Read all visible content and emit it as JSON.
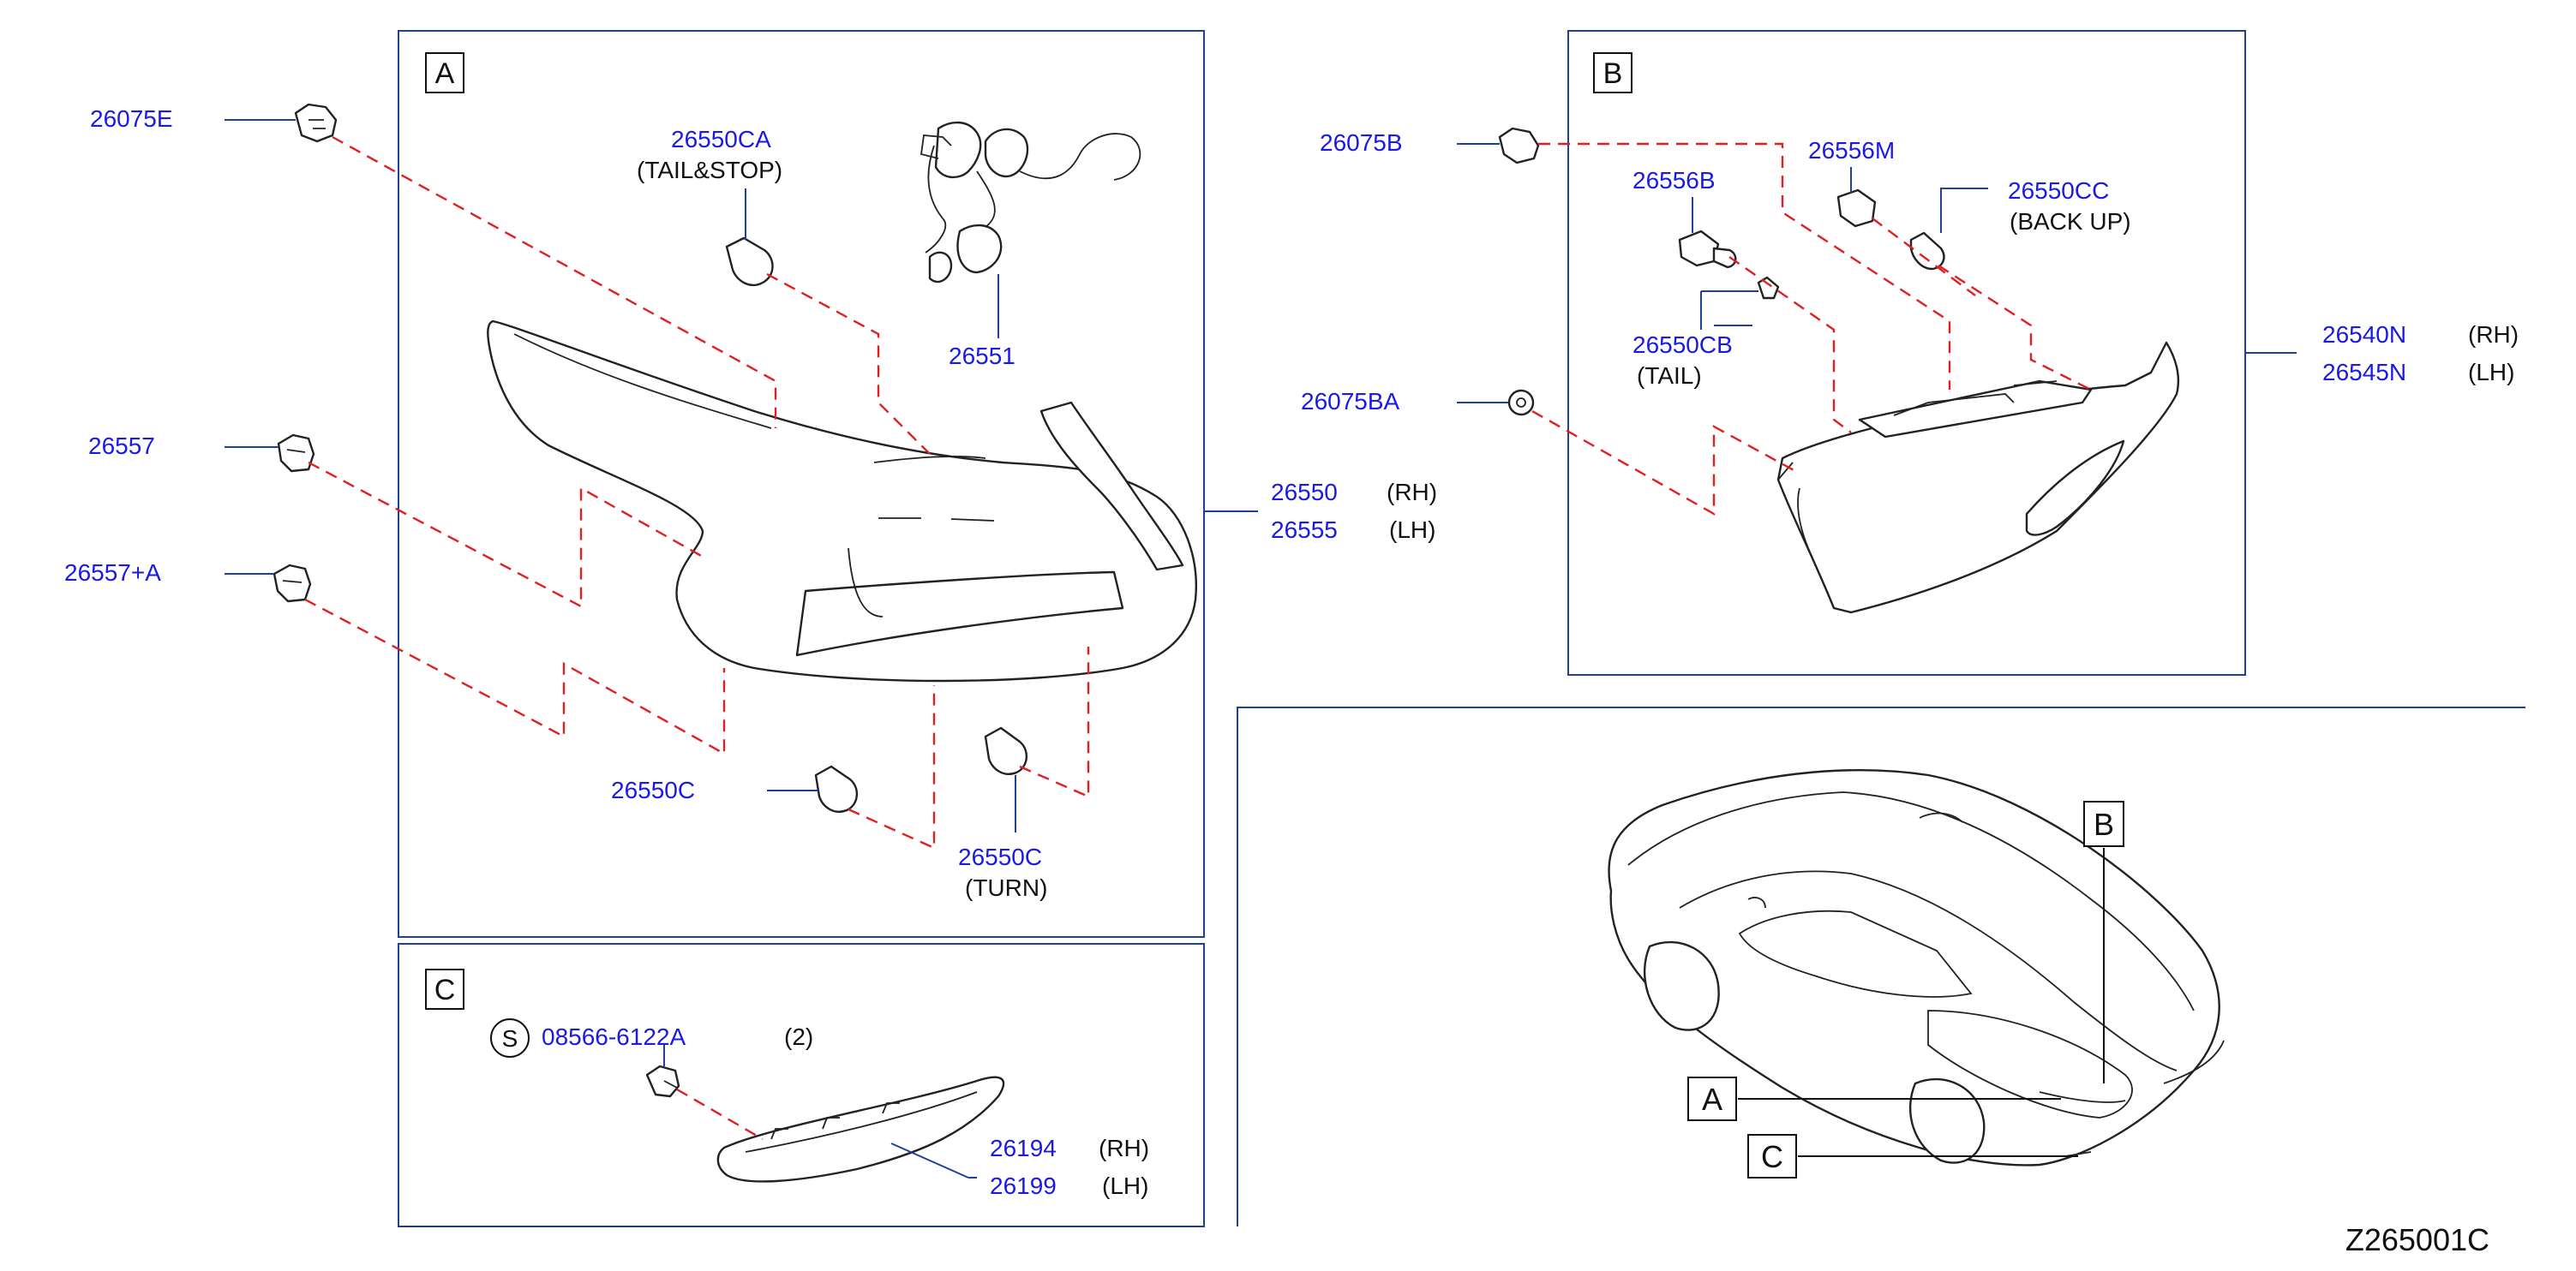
{
  "diagram_id": "Z265001C",
  "sections": {
    "a": {
      "letter": "A"
    },
    "b": {
      "letter": "B"
    },
    "c": {
      "letter": "C"
    }
  },
  "car_callouts": {
    "a": "A",
    "b": "B",
    "c": "C"
  },
  "parts": {
    "p26075E": {
      "number": "26075E"
    },
    "p26557": {
      "number": "26557"
    },
    "p26557A": {
      "number": "26557+A"
    },
    "p26550CA": {
      "number": "26550CA",
      "note": "(TAIL&STOP)"
    },
    "p26551": {
      "number": "26551"
    },
    "p26550": {
      "number": "26550",
      "side": "(RH)"
    },
    "p26555": {
      "number": "26555",
      "side": "(LH)"
    },
    "p26550C_left": {
      "number": "26550C"
    },
    "p26550C_turn": {
      "number": "26550C",
      "note": "(TURN)"
    },
    "p26075B": {
      "number": "26075B"
    },
    "p26556B": {
      "number": "26556B"
    },
    "p26556M": {
      "number": "26556M"
    },
    "p26550CC": {
      "number": "26550CC",
      "note": "(BACK   UP)"
    },
    "p26550CB": {
      "number": "26550CB",
      "note": "(TAIL)"
    },
    "p26075BA": {
      "number": "26075BA"
    },
    "p26540N": {
      "number": "26540N",
      "side": "(RH)"
    },
    "p26545N": {
      "number": "26545N",
      "side": "(LH)"
    },
    "p08566": {
      "symbol": "S",
      "number": "08566-6122A",
      "qty": "(2)"
    },
    "p26194": {
      "number": "26194",
      "side": "(RH)"
    },
    "p26199": {
      "number": "26199",
      "side": "(LH)"
    }
  },
  "colors": {
    "part_number": "#1a1ae6",
    "frame": "#1f3f9a",
    "dashed_leader": "#e02020",
    "text": "#111111"
  }
}
